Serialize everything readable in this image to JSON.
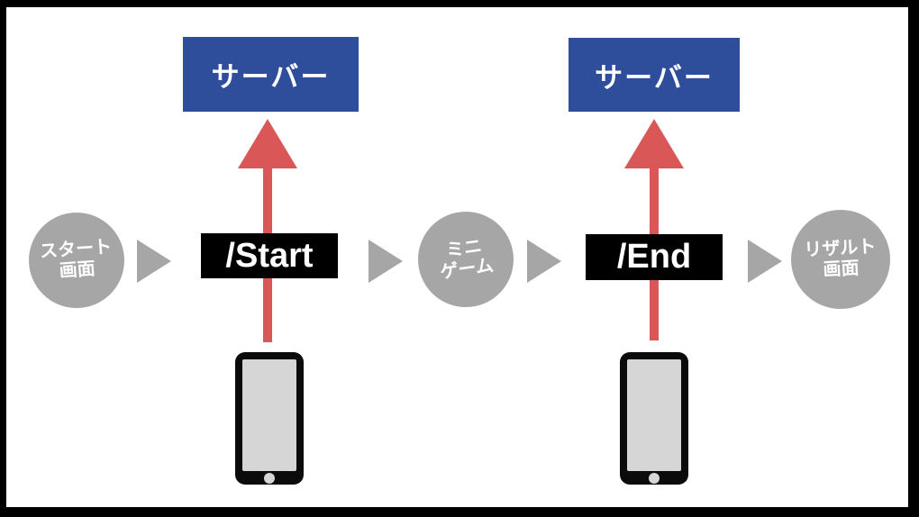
{
  "servers": {
    "left": "サーバー",
    "right": "サーバー"
  },
  "flow": {
    "start_screen": {
      "line1": "スタート",
      "line2": "画面"
    },
    "start_command": "/Start",
    "mini_game": {
      "line1": "ミニ",
      "line2": "ゲーム"
    },
    "end_command": "/End",
    "result_screen": {
      "line1": "リザルト",
      "line2": "画面"
    }
  },
  "colors": {
    "server_blue": "#2e4d9b",
    "arrow_red": "#d95757",
    "node_gray": "#a6a6a6",
    "phone_screen_gray": "#d6d6d6",
    "frame_black": "#000000"
  }
}
